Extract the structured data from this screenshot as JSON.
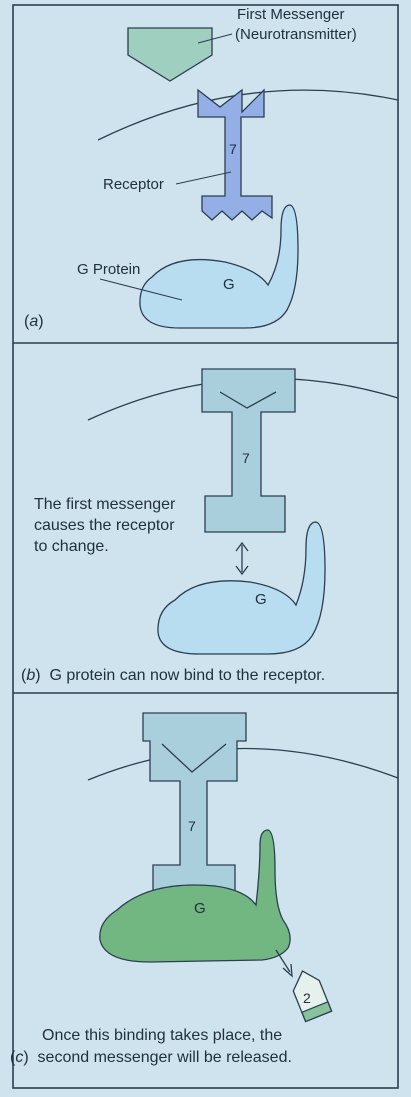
{
  "panels": {
    "a": {
      "letter": "a",
      "first_messenger_line1": "First Messenger",
      "first_messenger_line2": "(Neurotransmitter)",
      "receptor_label": "Receptor",
      "g_protein_label": "G Protein",
      "receptor_number": "7",
      "g_letter": "G"
    },
    "b": {
      "letter": "b",
      "note_line1": "The first messenger",
      "note_line2": "causes the receptor",
      "note_line3": "to change.",
      "caption": "G protein can now bind to the receptor.",
      "receptor_number": "7",
      "g_letter": "G"
    },
    "c": {
      "letter": "c",
      "caption_line1": "Once this binding takes place, the",
      "caption_line2": "second messenger will be released.",
      "receptor_number": "7",
      "g_letter": "G",
      "second_messenger_number": "2"
    }
  },
  "colors": {
    "background": "#cfe3ee",
    "receptor_a": "#93afe6",
    "receptor_b": "#a9cfdc",
    "g_protein_b": "#b8ddf0",
    "bound_green": "#72b781",
    "messenger_green": "#86c39a",
    "outline": "#2c3e50"
  }
}
